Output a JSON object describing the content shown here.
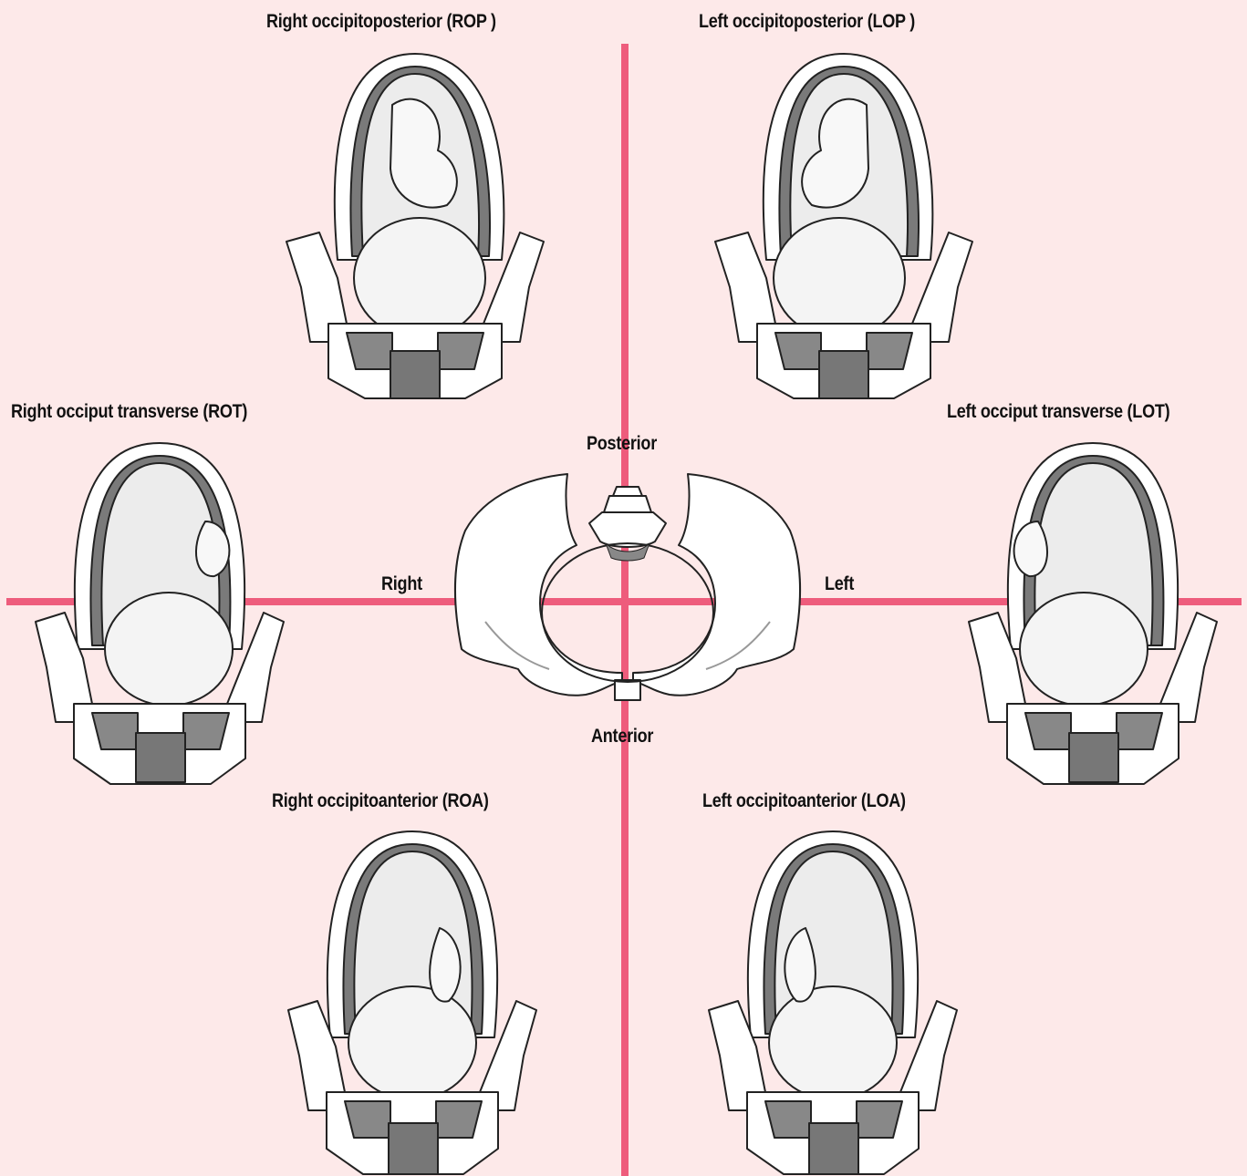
{
  "positions": {
    "rop": "Right occipitoposterior (ROP )",
    "lop": "Left occipitoposterior (LOP )",
    "rot": "Right occiput transverse (ROT)",
    "lot": "Left occiput transverse (LOT)",
    "roa": "Right occipitoanterior (ROA)",
    "loa": "Left occipitoanterior (LOA)"
  },
  "orientation": {
    "posterior": "Posterior",
    "anterior": "Anterior",
    "right": "Right",
    "left": "Left"
  },
  "colors": {
    "background": "#fde9e9",
    "axis": "#ee5c7c",
    "bone": "#ffffff",
    "outline": "#222222",
    "shading": "#9a9a9a"
  }
}
